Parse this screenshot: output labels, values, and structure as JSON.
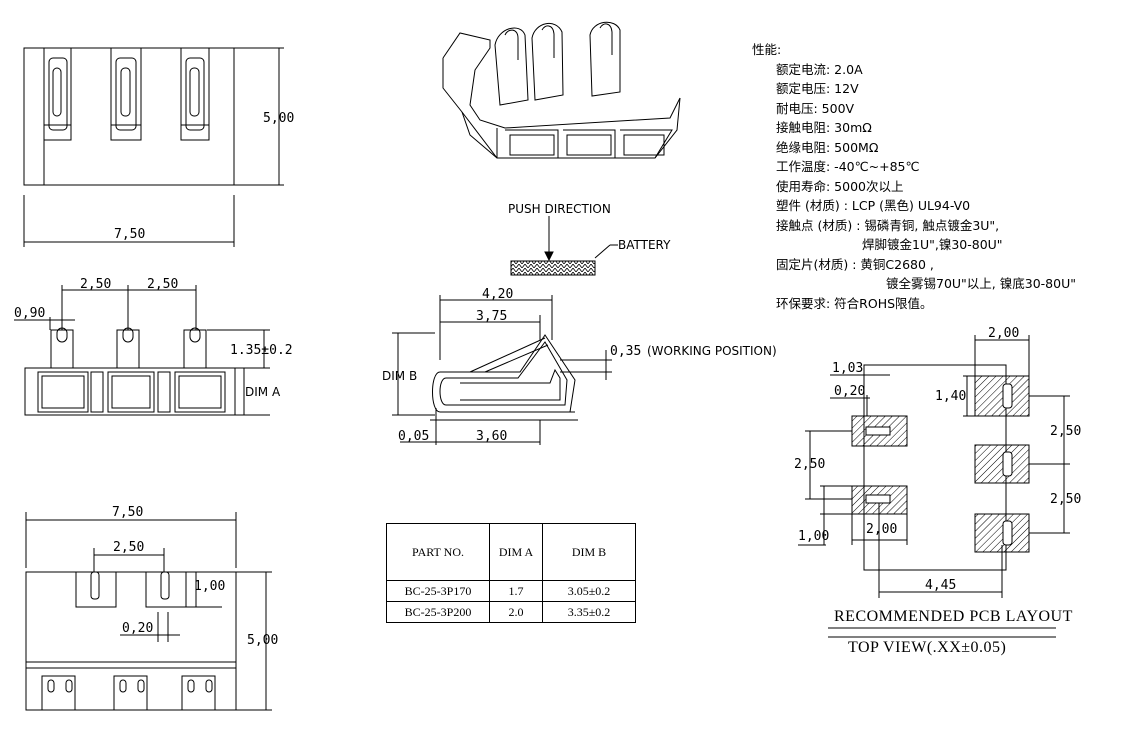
{
  "specs": {
    "heading": "性能:",
    "lines": [
      "额定电流: 2.0A",
      "额定电压: 12V",
      "耐电压: 500V",
      "接触电阻: 30mΩ",
      "绝缘电阻: 500MΩ",
      "工作温度: -40℃~+85℃",
      "使用寿命: 5000次以上",
      "塑件 (材质) : LCP (黑色) UL94-V0",
      "接触点 (材质) : 锡磷青铜, 触点镀金3U\","
    ],
    "line_cont1": "焊脚镀金1U\",镍30-80U\"",
    "line_fix": "固定片(材质) : 黄铜C2680 ,",
    "line_cont2": "镀全雾锡70U\"以上, 镍底30-80U\"",
    "line_env": "环保要求: 符合ROHS限值。"
  },
  "front_view": {
    "height_dim": "5,00",
    "width_dim": "7,50"
  },
  "side_view": {
    "pitch1": "2,50",
    "pitch2": "2,50",
    "offset": "0,90",
    "height_tol": "1.35±0.2",
    "dim_a": "DIM A"
  },
  "bottom_view": {
    "width": "7,50",
    "pitch": "2,50",
    "slot": "1,00",
    "gap": "0,20",
    "height": "5,00"
  },
  "push": {
    "direction": "PUSH DIRECTION",
    "battery": "BATTERY"
  },
  "profile": {
    "dim1": "4,20",
    "dim2": "3,75",
    "dim3": "0,35",
    "working": "(WORKING POSITION)",
    "dim_b": "DIM B",
    "dim4": "0,05",
    "dim5": "3,60"
  },
  "table": {
    "headers": [
      "PART NO.",
      "DIM A",
      "DIM B"
    ],
    "rows": [
      [
        "BC-25-3P170",
        "1.7",
        "3.05±0.2"
      ],
      [
        "BC-25-3P200",
        "2.0",
        "3.35±0.2"
      ]
    ]
  },
  "pcb": {
    "d1": "2,00",
    "d2": "1,03",
    "d3": "0,20",
    "d4": "1,40",
    "d5": "2,50",
    "d6": "2,50",
    "d7": "2,50",
    "d8": "1,00",
    "d9": "2,00",
    "d10": "4,45",
    "caption1": "RECOMMENDED PCB LAYOUT",
    "caption2": "TOP VIEW(.XX±0.05)"
  }
}
